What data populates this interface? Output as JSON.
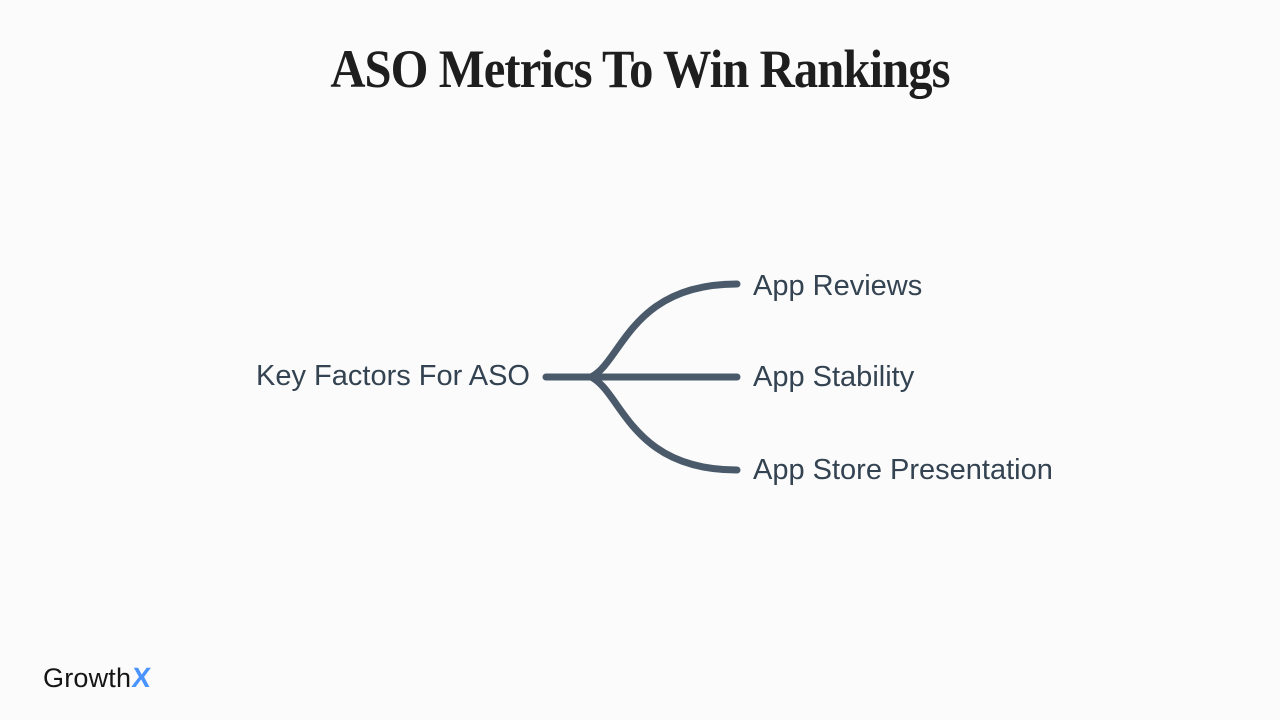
{
  "title": "ASO Metrics To Win Rankings",
  "mindmap": {
    "root": {
      "label": "Key Factors For ASO"
    },
    "children": [
      {
        "label": "App Reviews"
      },
      {
        "label": "App Stability"
      },
      {
        "label": "App Store Presentation"
      }
    ]
  },
  "logo": {
    "text": "Growth",
    "accent": "X"
  },
  "colors": {
    "background": "#fbfbfb",
    "title": "#1e1e1e",
    "branch": "#4a5a6a",
    "node-text": "#344351",
    "logo-text": "#151515",
    "logo-accent": "#4a94ff"
  }
}
